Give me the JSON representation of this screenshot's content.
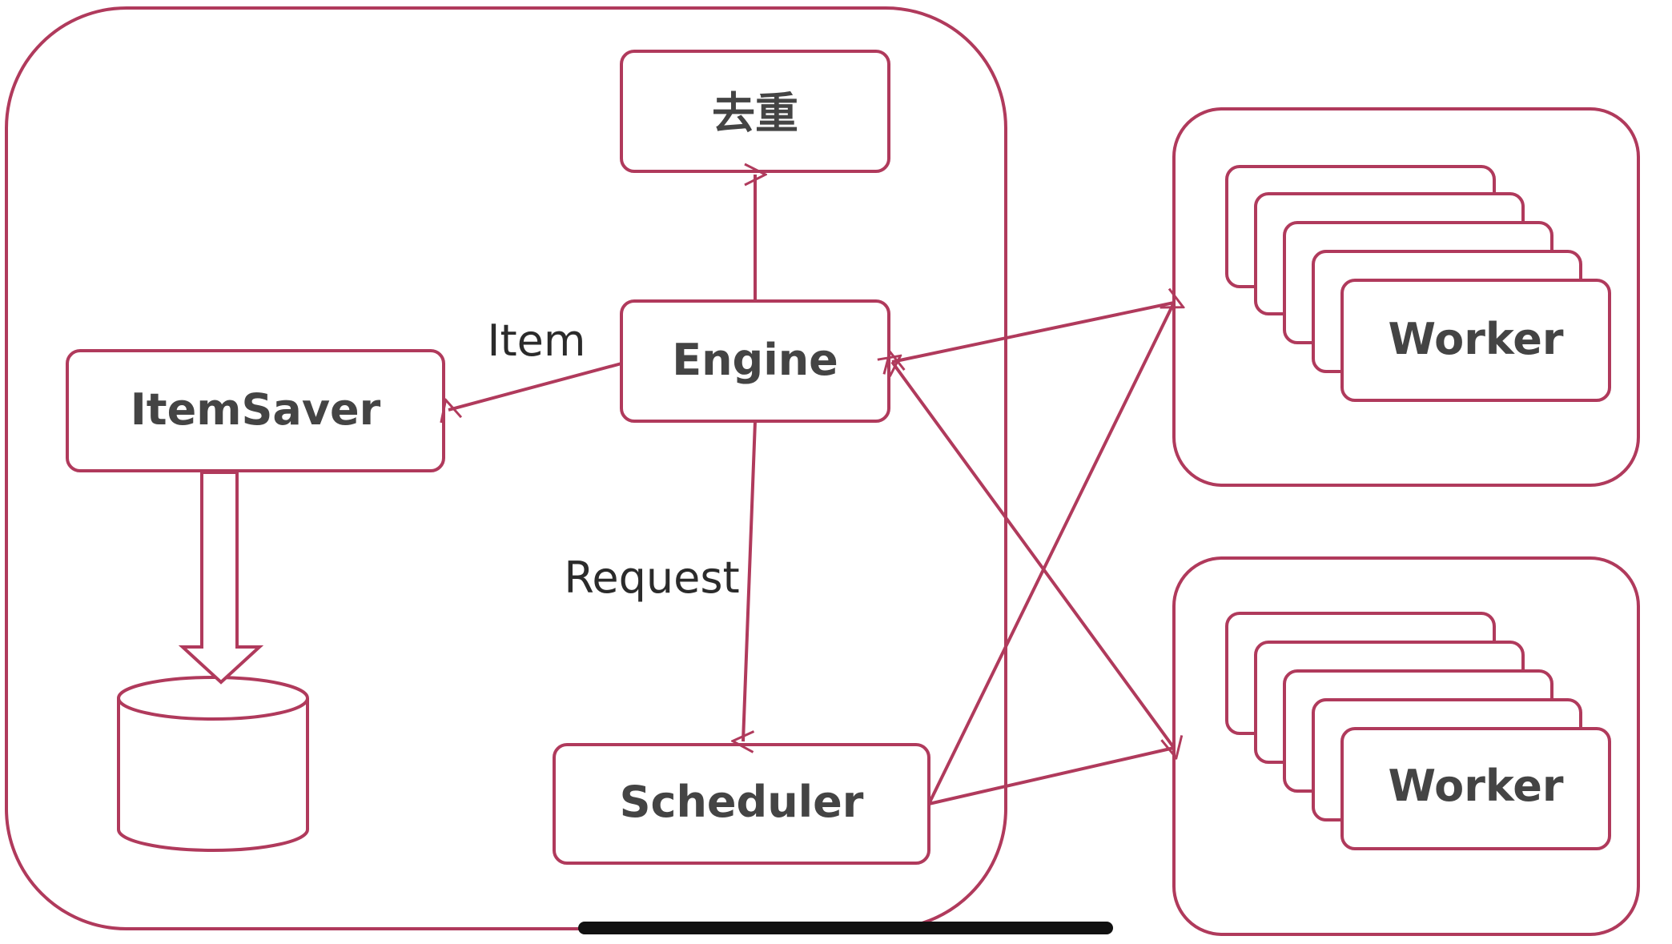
{
  "colors": {
    "stroke": "#b03a5c",
    "box_fill": "#ffffff",
    "node_text": "#444444",
    "edge_text": "#2b2b2b"
  },
  "nodes": {
    "dedup": "去重",
    "engine": "Engine",
    "itemsaver": "ItemSaver",
    "scheduler": "Scheduler",
    "worker_top": "Worker",
    "worker_bottom": "Worker"
  },
  "edge_labels": {
    "item": "Item",
    "request": "Request"
  }
}
